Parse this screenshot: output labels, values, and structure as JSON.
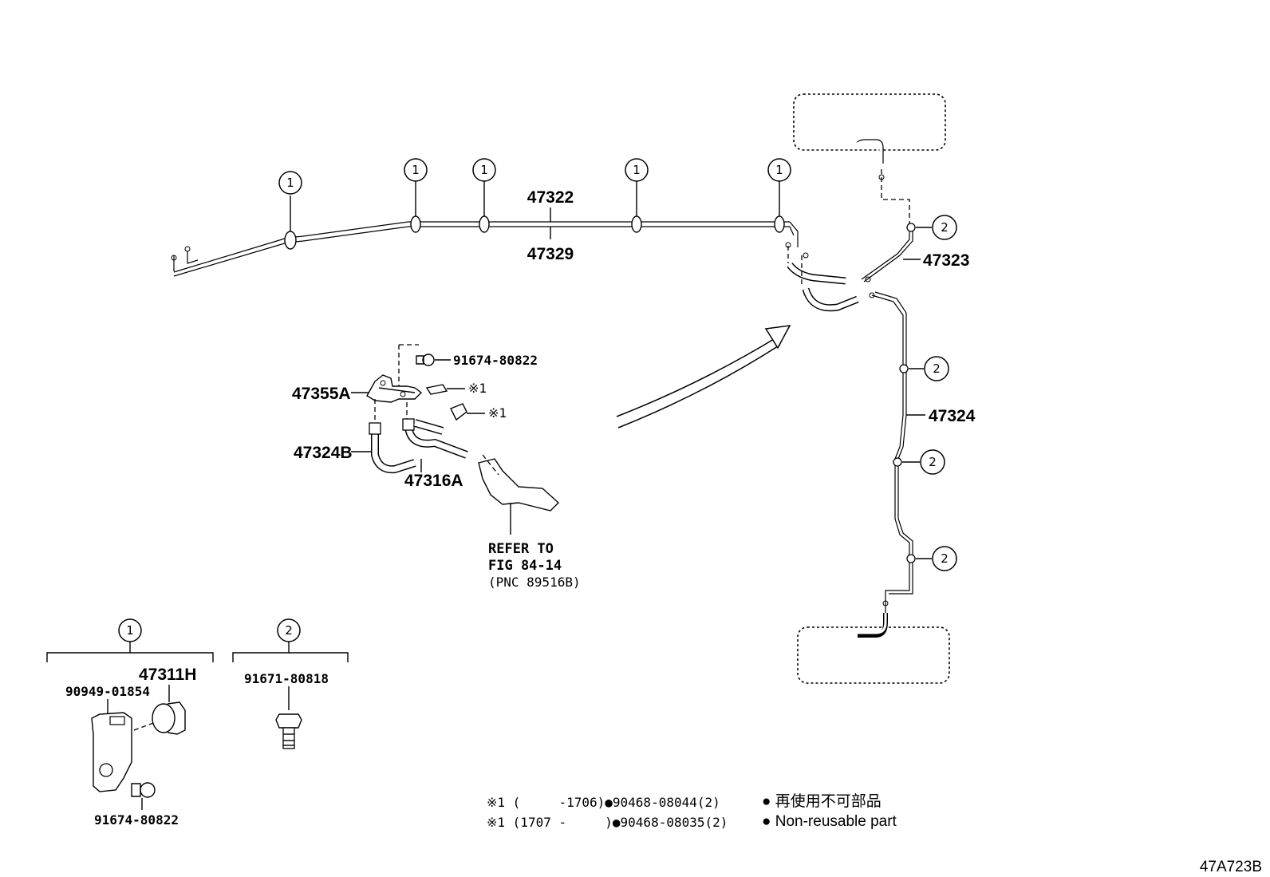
{
  "diagram_id": "47A723B",
  "callouts": {
    "clamp_set": "1",
    "bolt_set": "2"
  },
  "parts": {
    "p47322": "47322",
    "p47329": "47329",
    "p47323": "47323",
    "p47324": "47324",
    "p47355A": "47355A",
    "p47324B": "47324B",
    "p47316A": "47316A",
    "p91674_top": "91674-80822",
    "mark1": "※1",
    "p47311H": "47311H",
    "p90949": "90949-01854",
    "p91674_bottom": "91674-80822",
    "p91671": "91671-80818"
  },
  "refer": {
    "line1": "REFER TO",
    "line2": "FIG 84-14",
    "line3": "(PNC 89516B)"
  },
  "notes": {
    "row1": "※1 (     -1706)●90468-08044(2)",
    "row2": "※1 (1707 -     )●90468-08035(2)"
  },
  "legend": {
    "jp": "● 再使用不可部品",
    "en": "● Non-reusable part"
  }
}
